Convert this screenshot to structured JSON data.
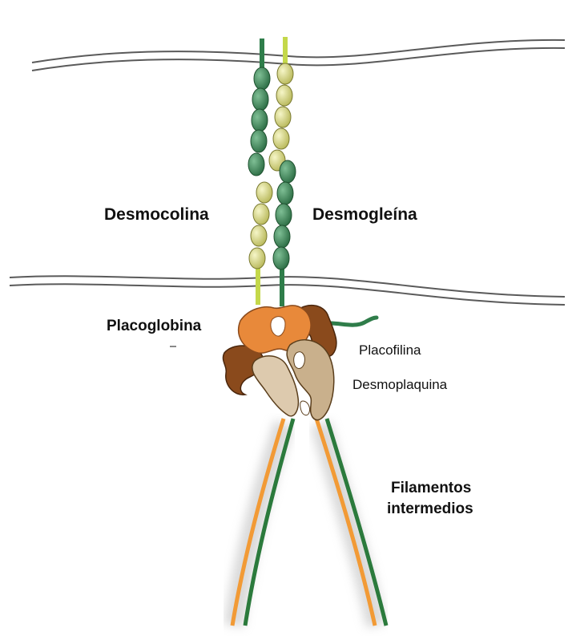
{
  "labels": {
    "desmocolina": "Desmocolina",
    "desmogleina": "Desmogleína",
    "placoglobina": "Placoglobina",
    "placofilina": "Placofilina",
    "desmoplaquina": "Desmoplaquina",
    "filamentos_line1": "Filamentos",
    "filamentos_line2": "intermedios"
  },
  "colors": {
    "membrane": "#555555",
    "dark_green": "#2f7d4a",
    "bead_dark_green": "#3f8a5c",
    "light_green": "#c4d84a",
    "bead_yellow": "#dcdc8c",
    "orange": "#e8893a",
    "brown": "#8a4a1c",
    "beige": "#c9b08c",
    "filament_orange": "#f29a35",
    "filament_green": "#2b7a3c"
  }
}
